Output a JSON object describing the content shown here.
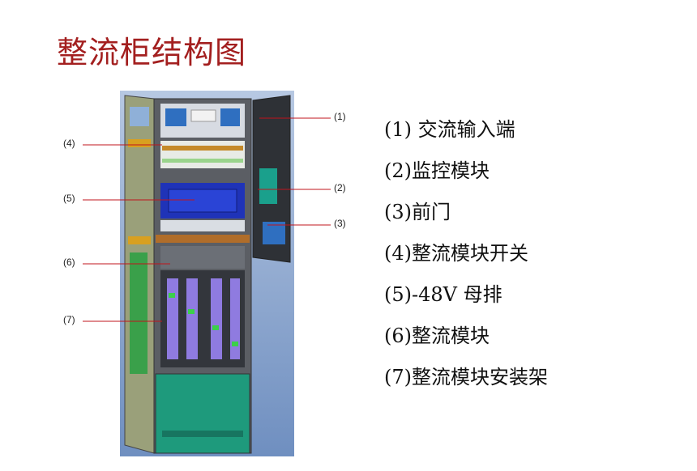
{
  "title": "整流柜结构图",
  "callouts": [
    {
      "label": "(1)",
      "side": "right"
    },
    {
      "label": "(2)",
      "side": "right"
    },
    {
      "label": "(3)",
      "side": "right"
    },
    {
      "label": "(4)",
      "side": "left"
    },
    {
      "label": "(5)",
      "side": "left"
    },
    {
      "label": "(6)",
      "side": "left"
    },
    {
      "label": "(7)",
      "side": "left"
    }
  ],
  "legend": [
    "(1) 交流输入端",
    "(2)监控模块",
    "(3)前门",
    "(4)整流模块开关",
    "(5)-48V 母排",
    "(6)整流模块",
    "(7)整流模块安装架"
  ],
  "colors": {
    "title": "#a31f1f",
    "leader": "#c0141c",
    "backdrop": "#8fa9cf"
  }
}
